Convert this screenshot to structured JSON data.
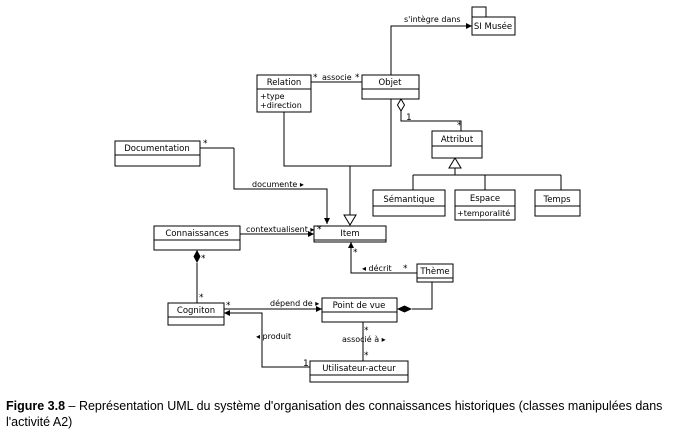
{
  "diagram": {
    "classes": {
      "si_musee": "SI Musée",
      "relation": "Relation",
      "relation_attr_1": "+type",
      "relation_attr_2": "+direction",
      "objet": "Objet",
      "attribut": "Attribut",
      "documentation": "Documentation",
      "semantique": "Sémantique",
      "espace": "Espace",
      "espace_attr_1": "+temporalité",
      "temps": "Temps",
      "connaissances": "Connaissances",
      "item": "Item",
      "theme": "Thème",
      "cogniton": "Cogniton",
      "point_de_vue": "Point de vue",
      "utilisateur_acteur": "Utilisateur-acteur"
    },
    "associations": {
      "integre": "s'intègre dans",
      "associe": "associe",
      "documente": "documente ▸",
      "contextualisent": "contextualisent ▸",
      "decrit": "◂ décrit",
      "depend_de": "dépend de ▸",
      "associe_a": "associé à ▸",
      "produit": "◂ produit"
    },
    "multiplicities": {
      "star": "*",
      "one": "1"
    }
  },
  "caption": {
    "label": "Figure 3.8",
    "text": " – Représentation UML du système d'organisation des connaissances historiques (classes manipulées dans l'activité A2)"
  }
}
